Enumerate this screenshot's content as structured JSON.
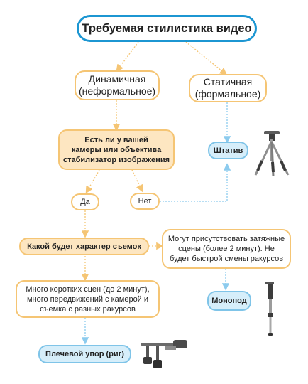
{
  "title": "Требуемая стилистика видео",
  "dynamic": {
    "line1": "Динамичная",
    "line2": "(неформальное)"
  },
  "static": {
    "line1": "Статичная",
    "line2": "(формальное)"
  },
  "question": {
    "line1": "Есть ли у вашей",
    "line2": "камеры или объектива",
    "line3": "стабилизатор изображения"
  },
  "tripod": "Штатив",
  "yes": "Да",
  "no": "Нет",
  "shooting": "Какой будет характер съемок",
  "long_scenes": {
    "line1": "Могут присутствовать затяжные",
    "line2": "сцены (более 2 минут). Не",
    "line3": "будет быстрой смены ракурсов"
  },
  "monopod": "Монопод",
  "short_scenes": {
    "line1": "Много коротких сцен (до 2 минут),",
    "line2": "много передвижений с камерой и",
    "line3": "съемка с разных ракурсов"
  },
  "rig": "Плечевой упор (риг)",
  "colors": {
    "title_border": "#1c96d2",
    "orange_border": "#f5c574",
    "orange_fill": "#fde6c1",
    "blue_fill": "#d6eefa",
    "blue_border": "#7fc4e8",
    "orange_link": "#f5c574",
    "blue_link": "#8ccbee"
  },
  "icons": [
    "tripod-image",
    "monopod-image",
    "shoulder-rig-image"
  ]
}
